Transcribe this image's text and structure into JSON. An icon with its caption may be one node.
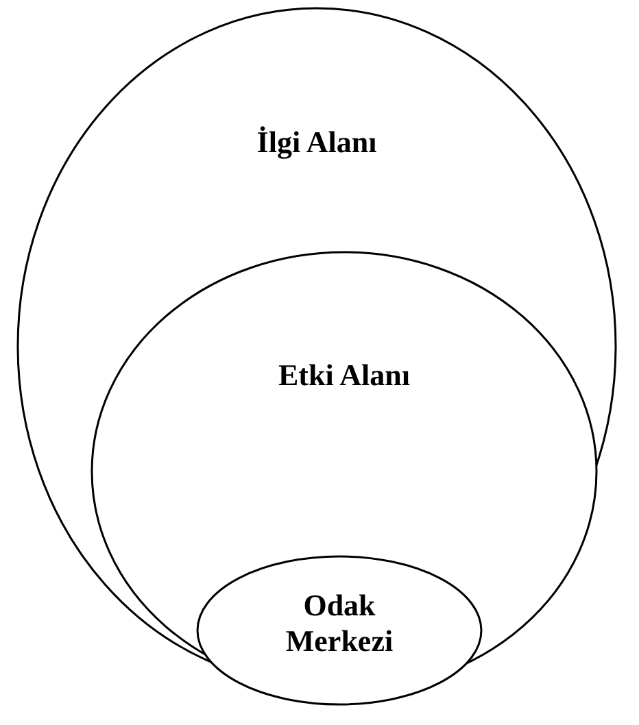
{
  "diagram": {
    "nodes": [
      {
        "text": [
          "İlgi Alanı"
        ]
      },
      {
        "text": [
          "Etki Alanı"
        ],
        "in": 0
      },
      {
        "text": [
          "Odak Merkezi"
        ],
        "in": 1
      }
    ],
    "edges": []
  }
}
